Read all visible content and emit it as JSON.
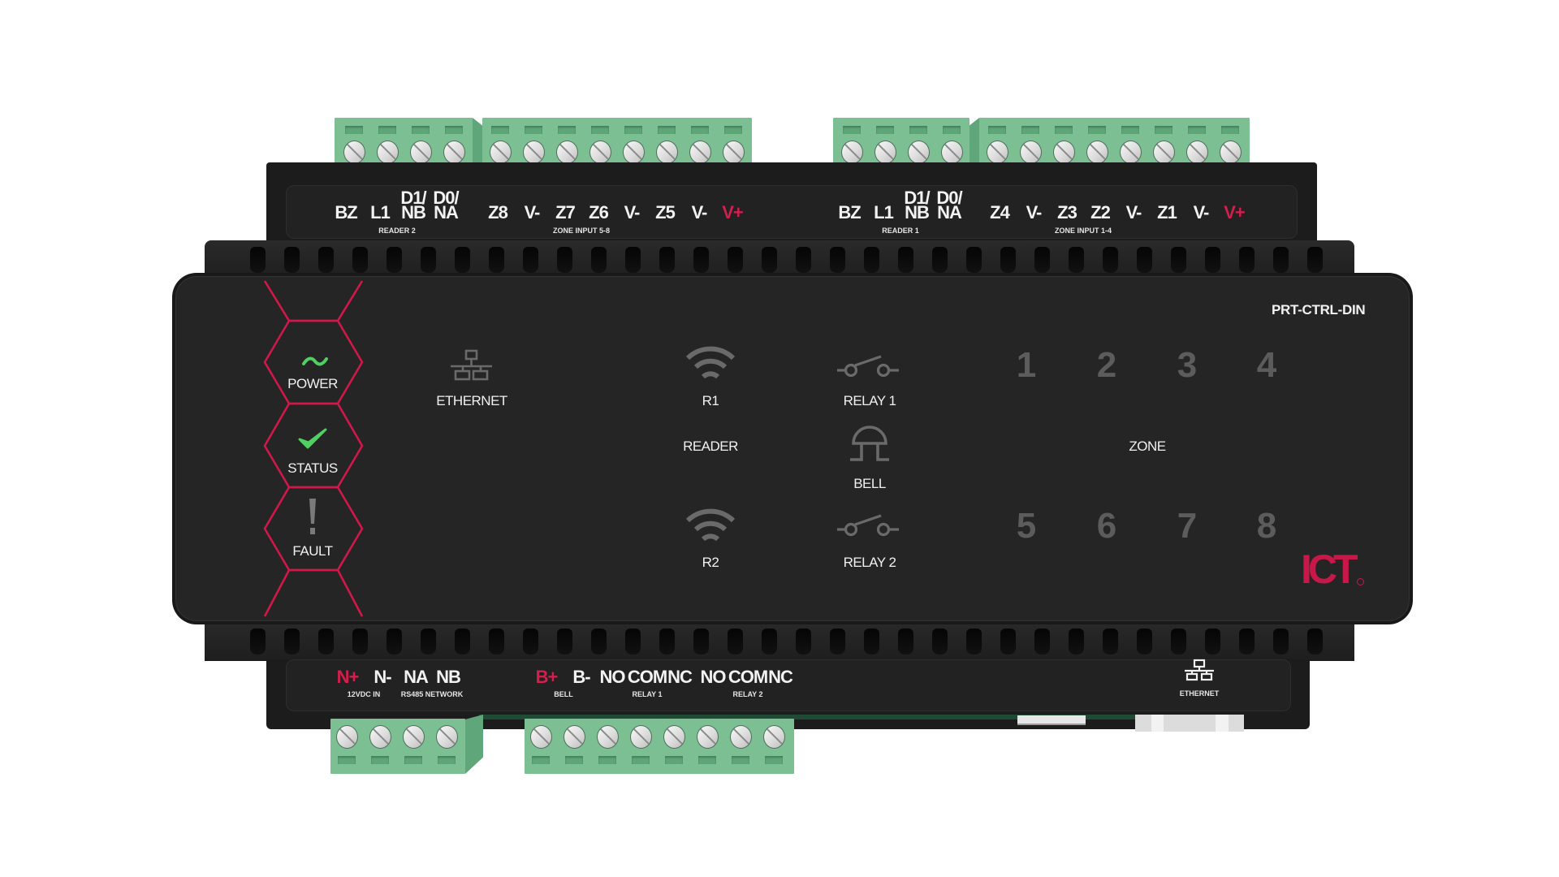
{
  "device": {
    "model": "PRT-CTRL-DIN",
    "brand_logo": "ICT",
    "brand_color": "#c8184a",
    "accent_green": "#4fd060",
    "icon_gray": "#6a6a6a"
  },
  "top_terminals": {
    "reader2": {
      "pins": [
        "BZ",
        "L1",
        "D1/\nNB",
        "D0/\nNA"
      ],
      "pin_top": [
        "",
        "",
        "D1/",
        "D0/"
      ],
      "pin_bottom": [
        "BZ",
        "L1",
        "NB",
        "NA"
      ],
      "group_label": "READER 2"
    },
    "zone_5_8": {
      "pins": [
        "Z8",
        "V-",
        "Z7",
        "Z6",
        "V-",
        "Z5",
        "V-",
        "V+"
      ],
      "group_label": "ZONE INPUT 5-8"
    },
    "reader1": {
      "pin_top": [
        "",
        "",
        "D1/",
        "D0/"
      ],
      "pin_bottom": [
        "BZ",
        "L1",
        "NB",
        "NA"
      ],
      "group_label": "READER 1"
    },
    "zone_1_4": {
      "pins": [
        "Z4",
        "V-",
        "Z3",
        "Z2",
        "V-",
        "Z1",
        "V-",
        "V+"
      ],
      "group_label": "ZONE INPUT 1-4"
    }
  },
  "leds": {
    "power": {
      "label": "POWER",
      "icon": "tilde-icon"
    },
    "status": {
      "label": "STATUS",
      "icon": "check-icon"
    },
    "fault": {
      "label": "FAULT",
      "icon": "exclamation-icon"
    }
  },
  "indicators": {
    "ethernet": "ETHERNET",
    "r1": "R1",
    "reader": "READER",
    "r2": "R2",
    "relay1": "RELAY 1",
    "bell": "BELL",
    "relay2": "RELAY 2",
    "zone": "ZONE",
    "zone_numbers": [
      "1",
      "2",
      "3",
      "4",
      "5",
      "6",
      "7",
      "8"
    ]
  },
  "bottom_terminals": {
    "power_net": {
      "pins": [
        "N+",
        "N-",
        "NA",
        "NB"
      ],
      "sub_12v": "12VDC IN",
      "sub_rs485": "RS485 NETWORK"
    },
    "bell_relays": {
      "pins": [
        "B+",
        "B-",
        "NO",
        "COM",
        "NC",
        "NO",
        "COM",
        "NC"
      ],
      "sub_bell": "BELL",
      "sub_relay1": "RELAY 1",
      "sub_relay2": "RELAY 2"
    },
    "ethernet_port_label": "ETHERNET"
  }
}
